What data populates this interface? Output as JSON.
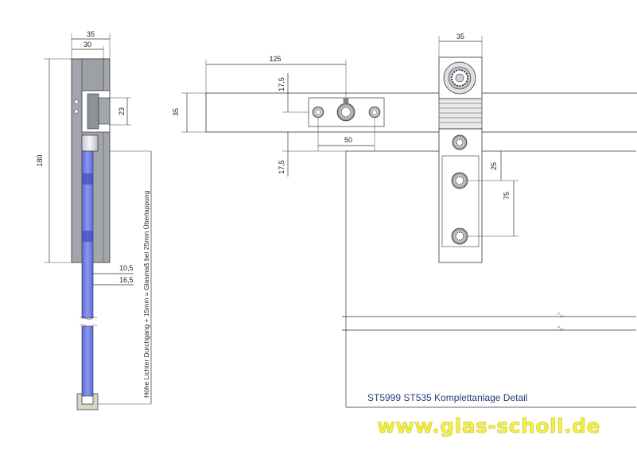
{
  "dimensions": {
    "top_width_35": "35",
    "top_width_30": "30",
    "height_180": "180",
    "height_23": "23",
    "offset_10_5": "10,5",
    "offset_16_5": "16,5",
    "rail_height_35": "35",
    "length_125": "125",
    "upper_17_5": "17,5",
    "lower_17_5": "17,5",
    "spacing_50": "50",
    "hanger_width_35": "35",
    "hole_25": "25",
    "hole_75": "75"
  },
  "vertical_note": "Höhe Lichter Durchgang + 15mm = Glasmaß bei 25mm Überlappung",
  "caption": "ST5999 ST535 Komplettanlage Detail",
  "brand": "www.glas-scholl.de",
  "colors": {
    "profile_fill": "#a3a7ad",
    "glass_blue": "#6f7ee0",
    "line": "#333333",
    "brand_yellow": "#f2ee4a"
  }
}
